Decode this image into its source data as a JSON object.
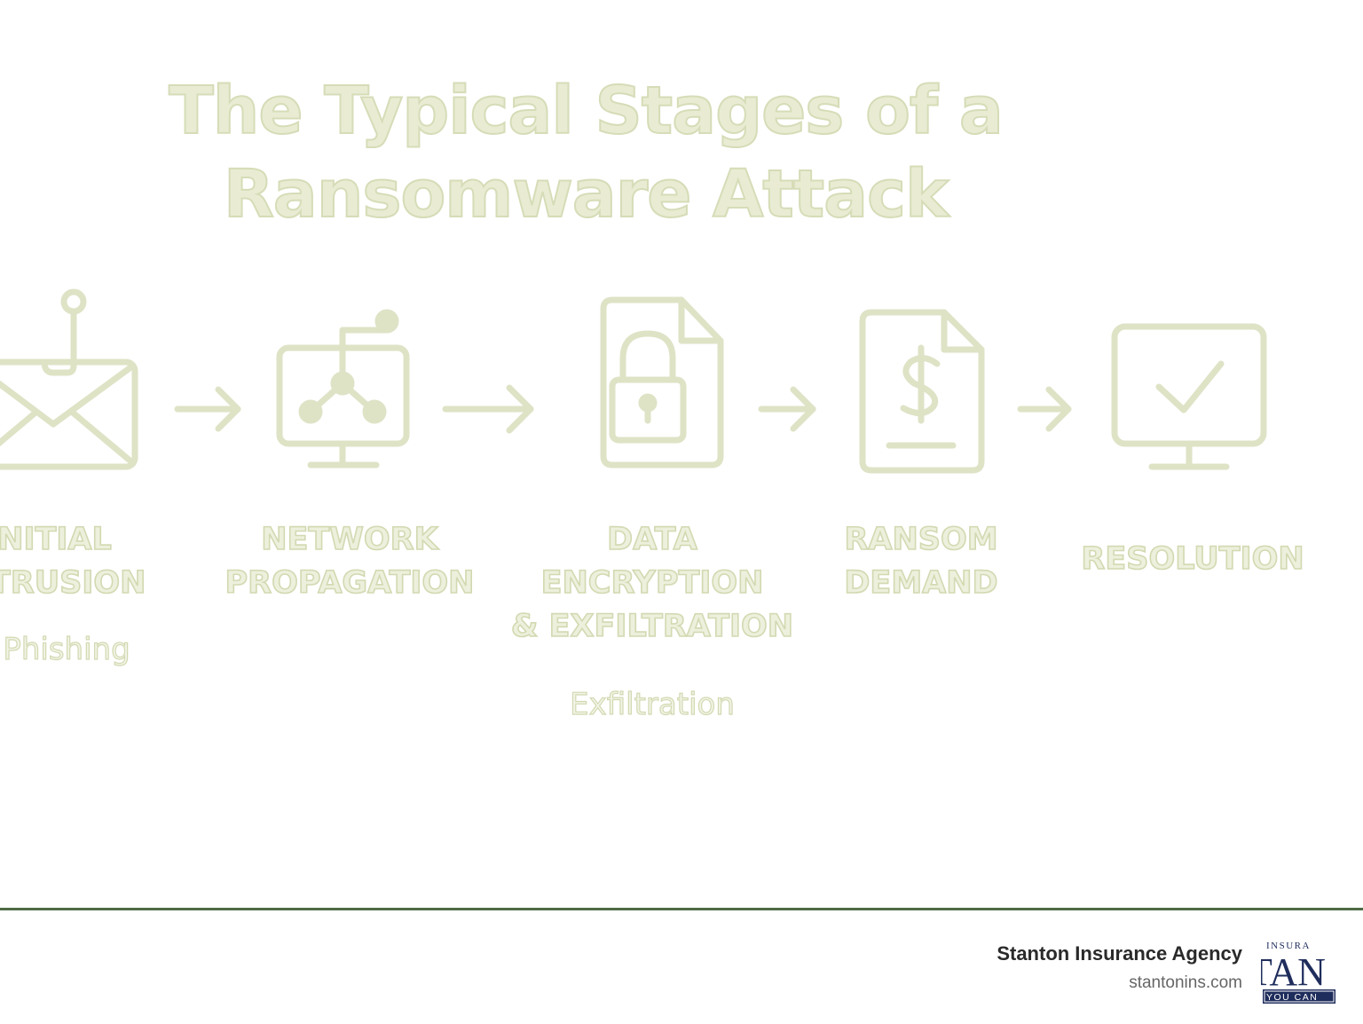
{
  "title": "The Typical Stages of a Ransomware Attack",
  "stages": [
    {
      "label": "INITIAL\nINTRUSION",
      "sub": "Phishing",
      "icon": "phishing-email-icon"
    },
    {
      "label": "NETWORK\nPROPAGATION",
      "sub": "",
      "icon": "network-monitor-icon"
    },
    {
      "label": "DATA\nENCRYPTION\n& EXFILTRATION",
      "sub": "Exfiltration",
      "icon": "locked-file-icon"
    },
    {
      "label": "RANSOM\nDEMAND",
      "sub": "",
      "icon": "ransom-document-icon"
    },
    {
      "label": "RESOLUTION",
      "sub": "",
      "icon": "check-monitor-icon"
    }
  ],
  "footer": {
    "company": "Stanton Insurance Agency",
    "url": "stantonins.com",
    "logo_text_top": "INSURA",
    "logo_text_main": "TAN",
    "logo_text_bottom": "YOU CAN"
  },
  "colors": {
    "icon_stroke": "#dee3c6",
    "title_fill": "#e9ecd3",
    "divider": "#4e6b45",
    "logo_navy": "#1f2d5c"
  }
}
